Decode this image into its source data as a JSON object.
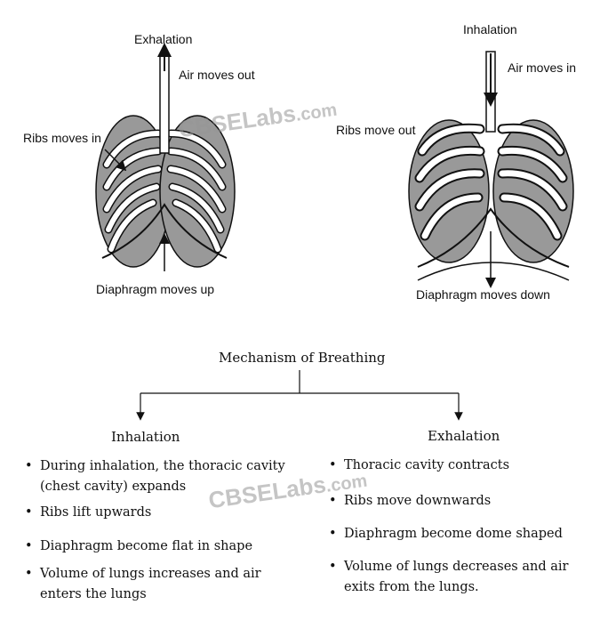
{
  "diagrams": {
    "exhalation": {
      "title": "Exhalation",
      "air_label": "Air moves out",
      "ribs_label": "Ribs moves in",
      "diaphragm_label": "Diaphragm moves up"
    },
    "inhalation": {
      "title": "Inhalation",
      "air_label": "Air moves in",
      "ribs_label": "Ribs move out",
      "diaphragm_label": "Diaphragm moves down"
    }
  },
  "watermark": {
    "brand": "CBSELabs",
    "suffix": ".com"
  },
  "flowchart": {
    "title": "Mechanism of Breathing",
    "inhalation": {
      "heading": "Inhalation",
      "points": [
        "During inhalation, the thoracic cavity (chest cavity) expands",
        "Ribs lift upwards",
        "Diaphragm become flat in shape",
        "Volume of lungs increases and air enters the lungs"
      ]
    },
    "exhalation": {
      "heading": "Exhalation",
      "points": [
        "Thoracic cavity contracts",
        "Ribs move downwards",
        "Diaphragm become dome shaped",
        "Volume of lungs decreases and air exits from the lungs."
      ]
    }
  }
}
